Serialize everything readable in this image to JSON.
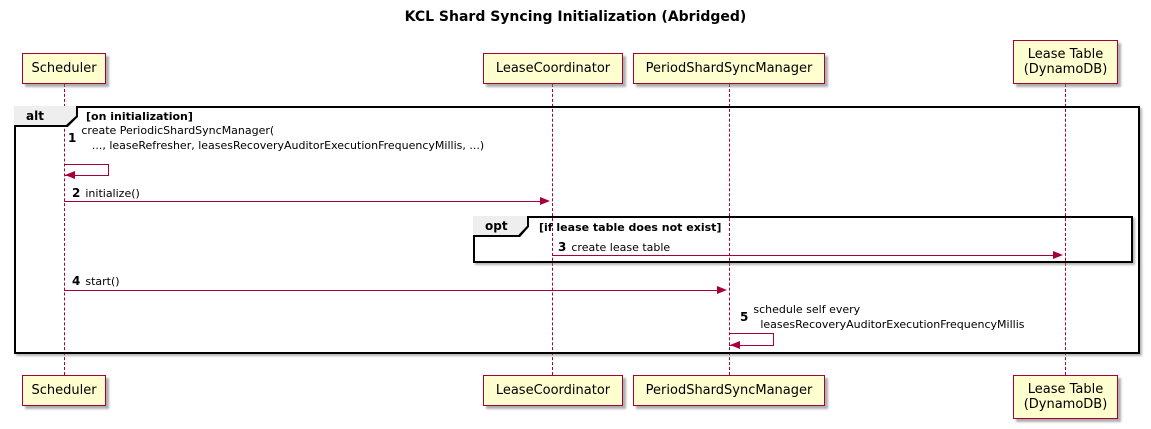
{
  "title": "KCL Shard Syncing Initialization (Abridged)",
  "diagram_type": "sequence",
  "participants": [
    {
      "id": "scheduler",
      "label": "Scheduler"
    },
    {
      "id": "lease-coordinator",
      "label": "LeaseCoordinator"
    },
    {
      "id": "period-shard-sync-manager",
      "label": "PeriodShardSyncManager"
    },
    {
      "id": "lease-table",
      "label": "Lease Table\n(DynamoDB)"
    }
  ],
  "frames": {
    "alt": {
      "keyword": "alt",
      "condition": "[on initialization]"
    },
    "opt": {
      "keyword": "opt",
      "condition": "[if lease table does not exist]"
    }
  },
  "messages": [
    {
      "num": "1",
      "kind": "self",
      "from": "Scheduler",
      "to": "Scheduler",
      "text": "create PeriodicShardSyncManager(\n   ..., leaseRefresher, leasesRecoveryAuditorExecutionFrequencyMillis, ...)"
    },
    {
      "num": "2",
      "kind": "arrow",
      "from": "Scheduler",
      "to": "LeaseCoordinator",
      "text": "initialize()"
    },
    {
      "num": "3",
      "kind": "arrow",
      "from": "LeaseCoordinator",
      "to": "Lease Table (DynamoDB)",
      "text": "create lease table"
    },
    {
      "num": "4",
      "kind": "arrow",
      "from": "Scheduler",
      "to": "PeriodShardSyncManager",
      "text": "start()"
    },
    {
      "num": "5",
      "kind": "self",
      "from": "PeriodShardSyncManager",
      "to": "PeriodShardSyncManager",
      "text": "schedule self every\n  leasesRecoveryAuditorExecutionFrequencyMillis"
    }
  ],
  "colors": {
    "participant_fill": "#FEFECE",
    "line": "#A80036",
    "frame_border": "#000000",
    "pentagon_fill": "#EEEEEE",
    "background": "#FFFFFF"
  }
}
